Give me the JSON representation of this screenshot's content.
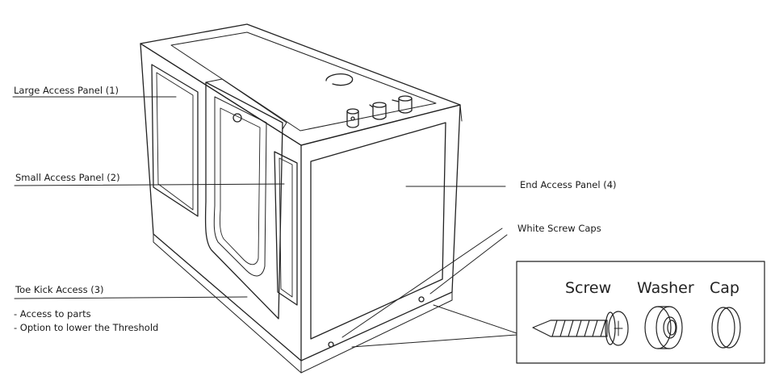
{
  "labels": {
    "large_panel": "Large Access Panel (1)",
    "small_panel": "Small Access Panel (2)",
    "toe_kick": "Toe Kick Access (3)",
    "end_panel": "End Access Panel (4)",
    "screw_caps": "White Screw Caps",
    "notes": [
      "- Access to parts",
      "- Option to lower the Threshold"
    ]
  },
  "inset": {
    "screw": "Screw",
    "washer": "Washer",
    "cap": "Cap"
  },
  "colors": {
    "line": "#222222",
    "background": "#ffffff"
  }
}
